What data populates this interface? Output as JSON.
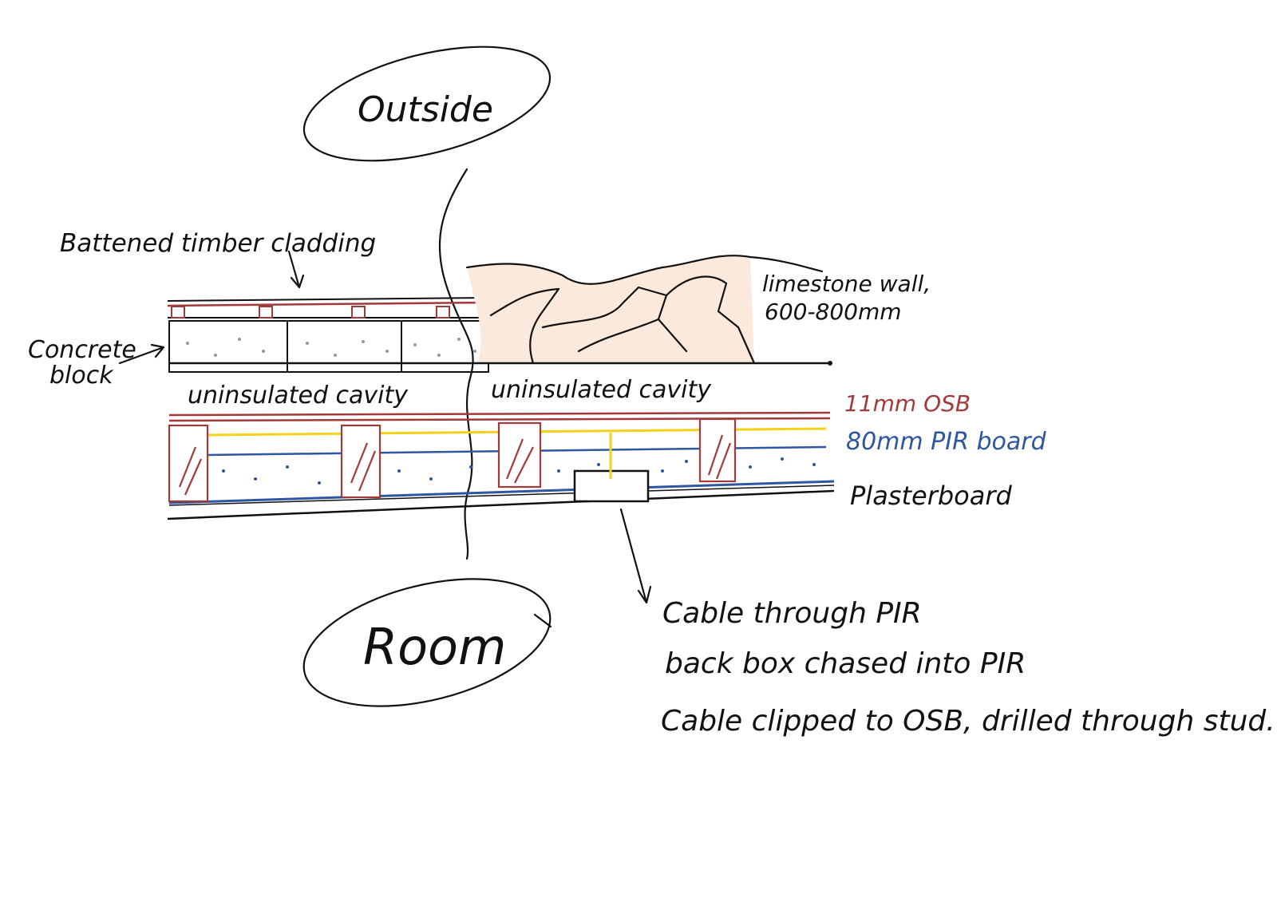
{
  "title_outside": "Outside",
  "title_room": "Room",
  "labels": {
    "cladding": "Battened timber cladding",
    "concrete_line1": "Concrete",
    "concrete_line2": "block",
    "limestone_line1": "limestone wall,",
    "limestone_line2": "600-800mm",
    "cavity_left": "uninsulated cavity",
    "cavity_right": "uninsulated cavity",
    "osb": "11mm OSB",
    "pir": "80mm PIR board",
    "plasterboard": "Plasterboard"
  },
  "notes": [
    "Cable through PIR",
    "back box chased into PIR",
    "Cable clipped to OSB, drilled through stud."
  ],
  "colors": {
    "osb": "#a33a3a",
    "pir": "#2f56a0",
    "cable": "#f2d21b",
    "limestone_fill": "#f6dcc2"
  }
}
